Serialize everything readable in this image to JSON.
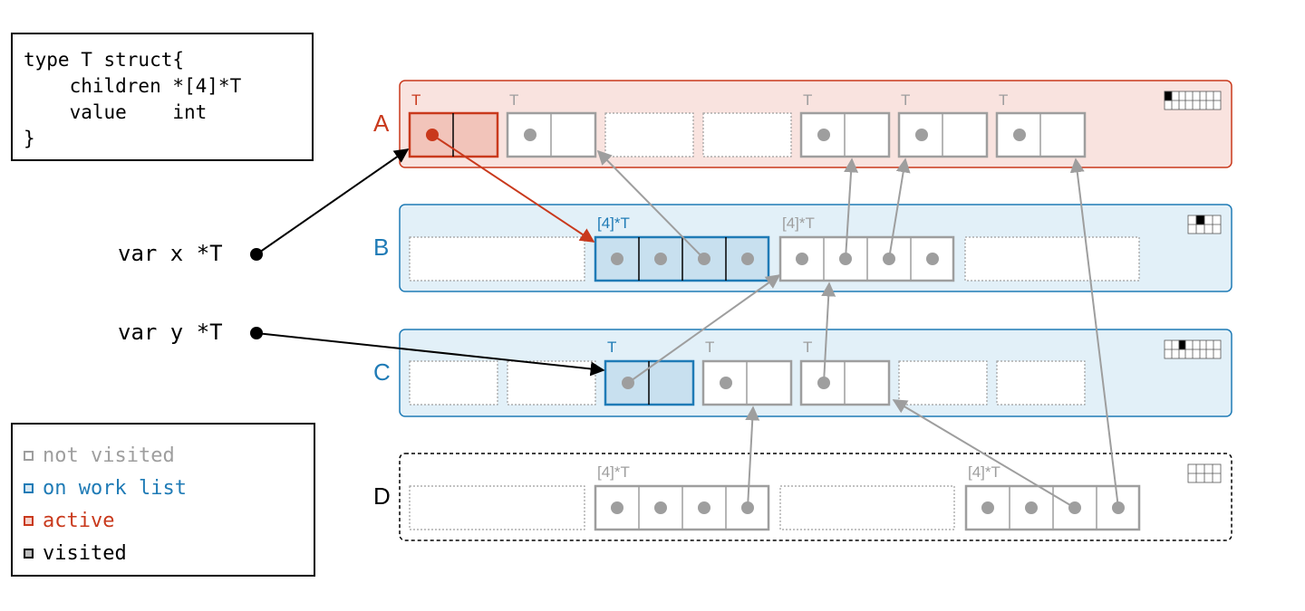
{
  "code": {
    "lines": [
      "type T struct{",
      "    children *[4]*T",
      "    value    int",
      "}"
    ]
  },
  "vars": {
    "x": "var x *T",
    "y": "var y *T"
  },
  "spans": {
    "A": "A",
    "B": "B",
    "C": "C",
    "D": "D"
  },
  "labels": {
    "T": "T",
    "arr": "[4]*T"
  },
  "legend": {
    "not_visited": "not visited",
    "on_work_list": "on work list",
    "active": "active",
    "visited": "visited"
  },
  "colors": {
    "gray": "#9e9e9e",
    "blue": "#1f7bb6",
    "red": "#c9391c",
    "black": "#000000",
    "span_red_bg": "#f9e3df",
    "span_blue_bg": "#e2f0f8"
  }
}
